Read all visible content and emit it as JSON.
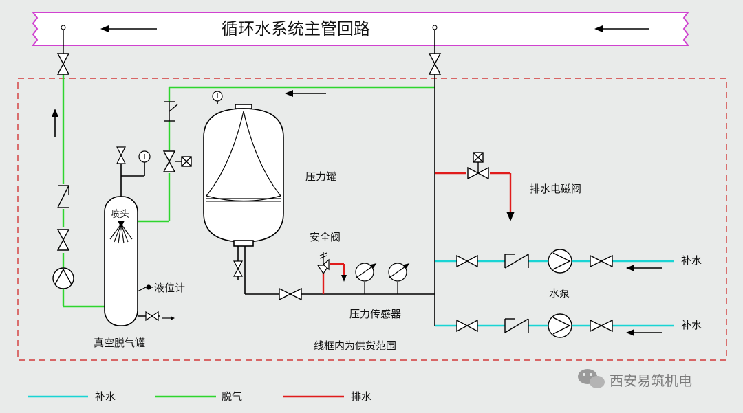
{
  "title": "循环水系统主管回路",
  "labels": {
    "pressure_tank": "压力罐",
    "drain_solenoid": "排水电磁阀",
    "safety_valve": "安全阀",
    "pressure_sensor": "压力传感器",
    "nozzle": "喷头",
    "level_gauge": "液位计",
    "vacuum_tank": "真空脱气罐",
    "scope_note": "线框内为供货范围",
    "pump": "水泵",
    "makeup_1": "补水",
    "makeup_2": "补水"
  },
  "legend": [
    {
      "label": "补水",
      "color": "#19d4d4"
    },
    {
      "label": "脱气",
      "color": "#2ed52e"
    },
    {
      "label": "排水",
      "color": "#e01c1c"
    }
  ],
  "watermark": "西安易筑机电",
  "colors": {
    "makeup": "#19d4d4",
    "degas": "#2ed52e",
    "drain": "#e01c1c",
    "header_border": "#d042d0",
    "scope_border": "#d23a3a"
  }
}
